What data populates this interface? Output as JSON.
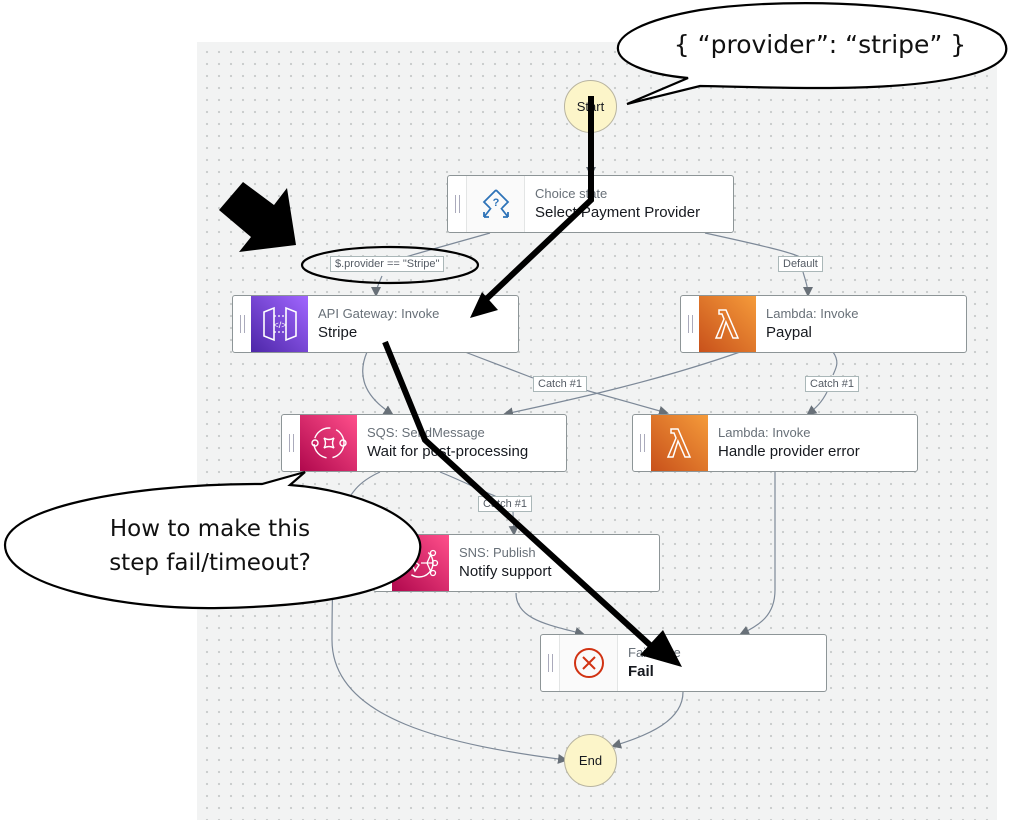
{
  "diagram": {
    "start_label": "Start",
    "end_label": "End",
    "nodes": {
      "choice": {
        "type": "Choice state",
        "name": "Select Payment Provider",
        "icon": "choice-state-icon"
      },
      "stripe": {
        "type": "API Gateway: Invoke",
        "name": "Stripe",
        "icon": "api-gateway-icon"
      },
      "paypal": {
        "type": "Lambda: Invoke",
        "name": "Paypal",
        "icon": "lambda-icon"
      },
      "sqs": {
        "type": "SQS: SendMessage",
        "name": "Wait for post-processing",
        "icon": "sqs-icon"
      },
      "handle_error": {
        "type": "Lambda: Invoke",
        "name": "Handle provider error",
        "icon": "lambda-icon"
      },
      "sns": {
        "type": "SNS: Publish",
        "name": "Notify support",
        "icon": "sns-icon"
      },
      "fail": {
        "type": "Fail state",
        "name": "Fail",
        "icon": "fail-x-icon"
      }
    },
    "edge_labels": {
      "stripe_condition": "$.provider == \"Stripe\"",
      "default": "Default",
      "catch_stripe": "Catch #1",
      "catch_paypal": "Catch #1",
      "catch_sqs": "Catch #1"
    },
    "colors": {
      "api_gateway": "#7b3fe4",
      "lambda": "#e07b2a",
      "sqs_sns": "#d6336c",
      "fail_icon": "#d13212",
      "choice_icon": "#2e73b8",
      "start_end_fill": "#fcf5c9"
    }
  },
  "annotations": {
    "input_bubble": "{ “provider”: “stripe” }",
    "question_bubble_line1": "How to make this",
    "question_bubble_line2": "step fail/timeout?"
  }
}
